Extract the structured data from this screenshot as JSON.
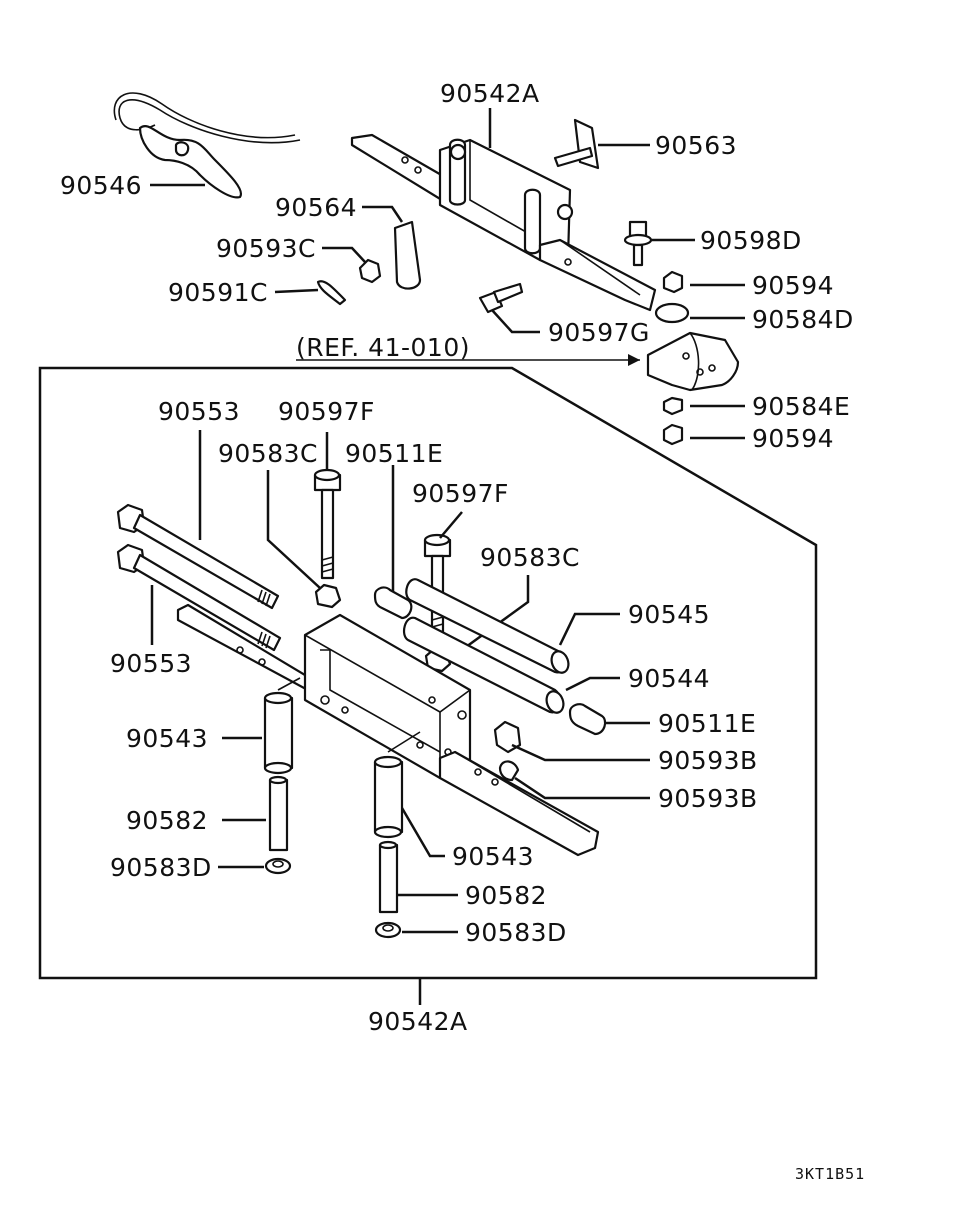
{
  "ref_label": "(REF. 41-010)",
  "drawing_code": "3KT1B51",
  "callouts": {
    "top_90542A": "90542A",
    "p90563": "90563",
    "p90546": "90546",
    "p90564": "90564",
    "p90593C": "90593C",
    "p90598D": "90598D",
    "p90591C": "90591C",
    "p90594_a": "90594",
    "p90597G": "90597G",
    "p90584D": "90584D",
    "p90584E": "90584E",
    "p90594_b": "90594",
    "p90553_a": "90553",
    "p90597F_a": "90597F",
    "p90583C_a": "90583C",
    "p90511E_a": "90511E",
    "p90597F_b": "90597F",
    "p90583C_b": "90583C",
    "p90545": "90545",
    "p90553_b": "90553",
    "p90544": "90544",
    "p90511E_b": "90511E",
    "p90543_a": "90543",
    "p90593B_a": "90593B",
    "p90593B_b": "90593B",
    "p90582_a": "90582",
    "p90543_b": "90543",
    "p90583D_a": "90583D",
    "p90582_b": "90582",
    "p90583D_b": "90583D",
    "bottom_90542A": "90542A"
  }
}
